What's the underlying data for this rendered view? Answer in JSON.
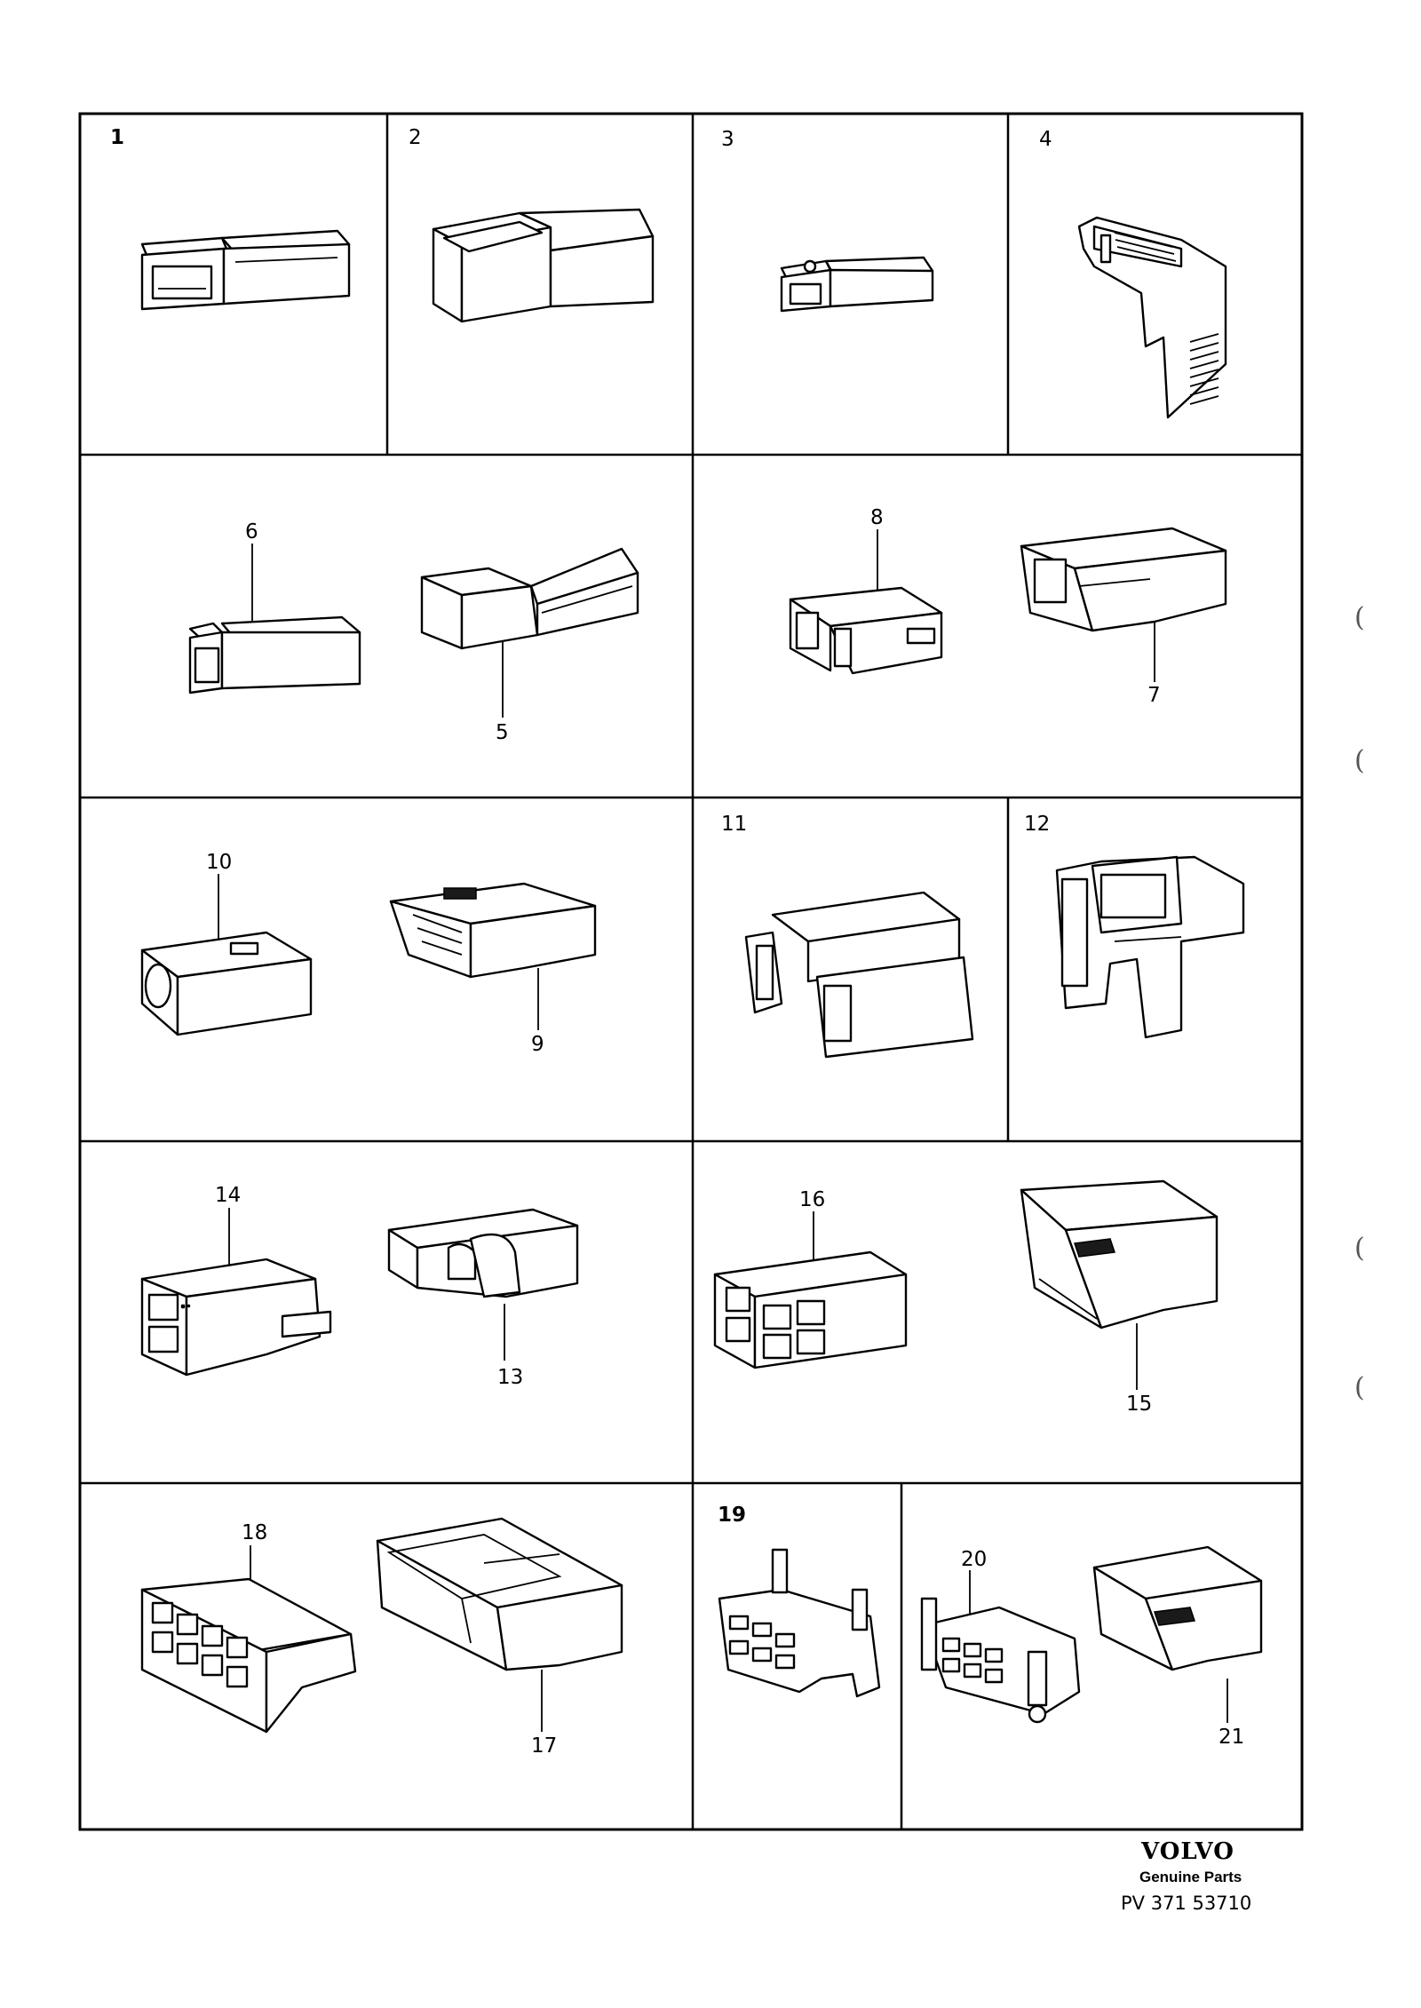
{
  "labels": {
    "l1": "1",
    "l2": "2",
    "l3": "3",
    "l4": "4",
    "l5": "5",
    "l6": "6",
    "l7": "7",
    "l8": "8",
    "l9": "9",
    "l10": "10",
    "l11": "11",
    "l12": "12",
    "l13": "13",
    "l14": "14",
    "l15": "15",
    "l16": "16",
    "l17": "17",
    "l18": "18",
    "l19": "19",
    "l20": "20",
    "l21": "21"
  },
  "footer": {
    "brand": "VOLVO",
    "subtitle": "Genuine Parts",
    "code": "PV 371 53710"
  },
  "colors": {
    "ink": "#000000",
    "paper": "#ffffff"
  }
}
